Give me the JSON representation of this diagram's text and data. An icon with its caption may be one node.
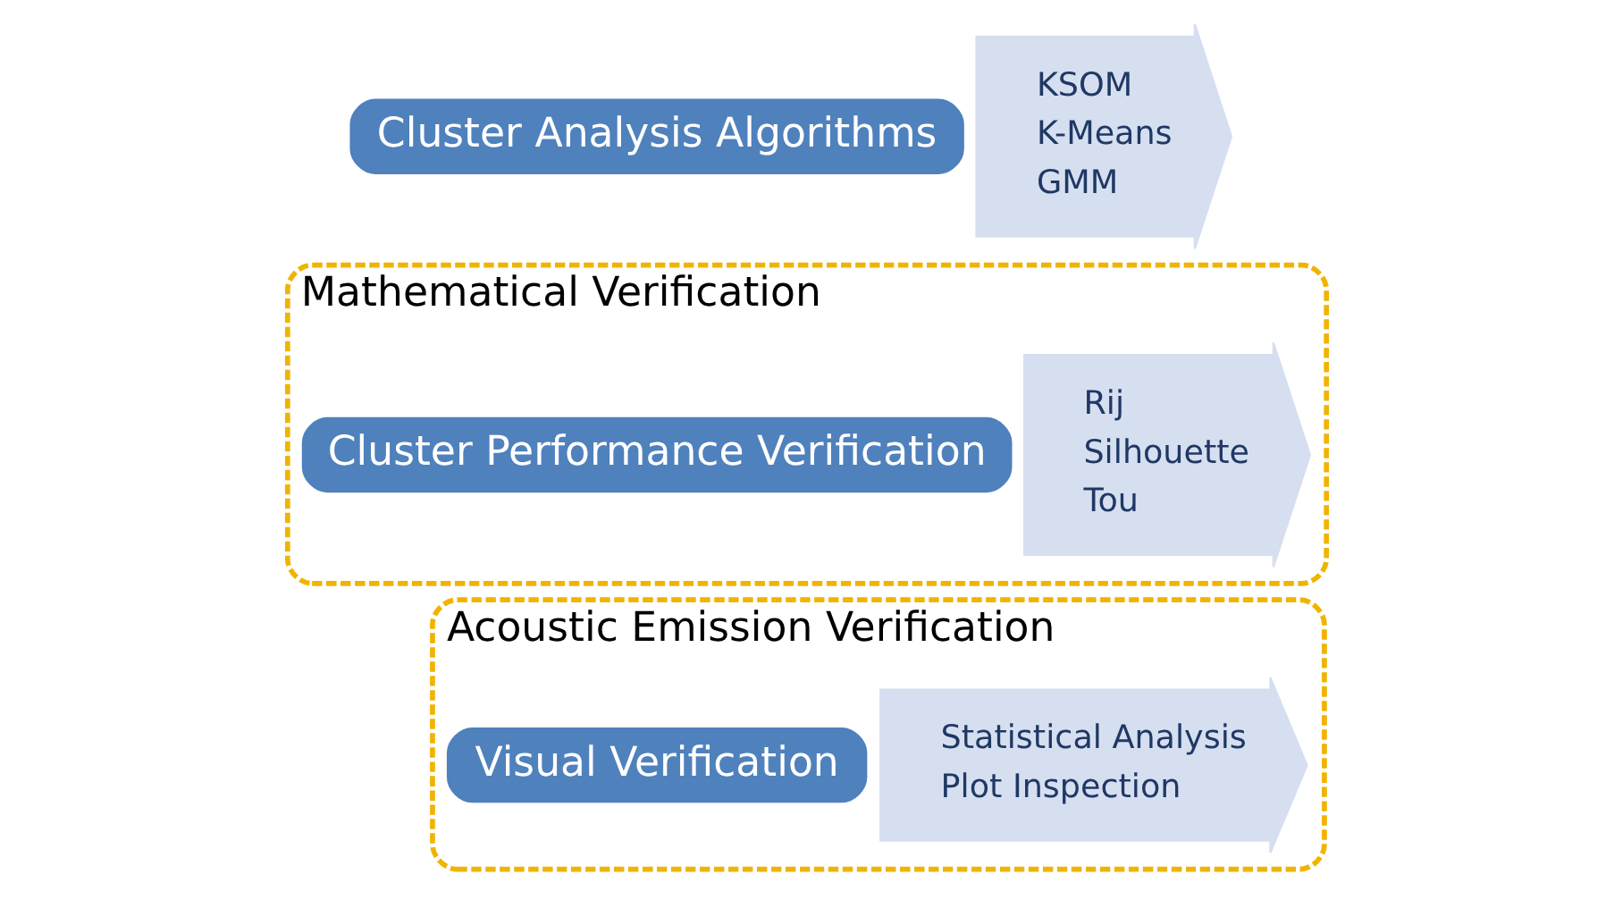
{
  "diagram": {
    "nodes": [
      {
        "text": [
          "Cluster Analysis Algorithms"
        ]
      },
      {
        "text": [
          "KSOM",
          "K-Means",
          "GMM"
        ]
      },
      {
        "text": [],
        "shape": "box",
        "beside": [
          "Mathematical Verification"
        ]
      },
      {
        "text": [
          "Cluster Performance Verification"
        ],
        "in": 2
      },
      {
        "text": [
          "Rij",
          "Silhouette",
          "Tou"
        ],
        "in": 2
      },
      {
        "text": [],
        "shape": "box",
        "beside": [
          "Acoustic Emission Verification"
        ]
      },
      {
        "text": [
          "Visual Verification"
        ],
        "in": 5
      },
      {
        "text": [
          "Statistical Analysis",
          "Plot Inspection"
        ],
        "in": 5
      }
    ],
    "edges": []
  }
}
